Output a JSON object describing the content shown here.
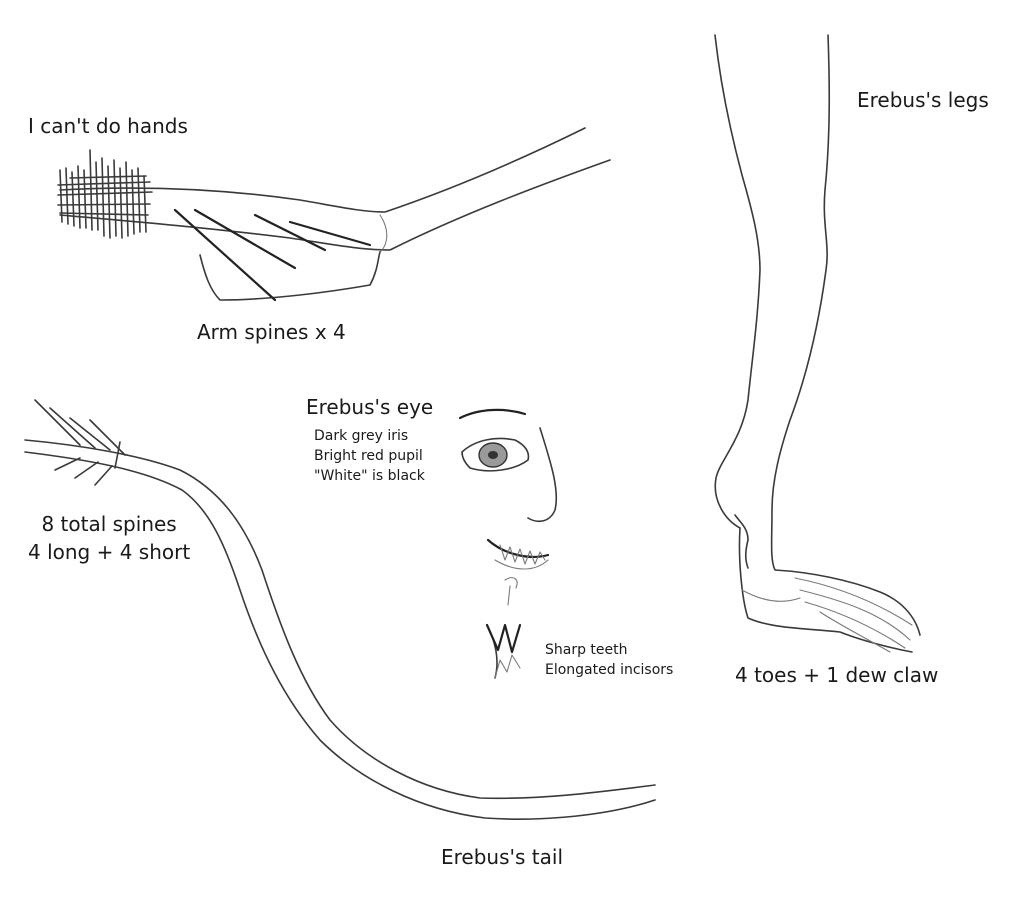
{
  "labels": {
    "hands_note": "I can't do hands",
    "arm_spines": "Arm spines x 4",
    "legs_title": "Erebus's legs",
    "toes_note": "4 toes + 1 dew claw",
    "eye_title": "Erebus's eye",
    "eye_details": [
      "Dark grey iris",
      "Bright red pupil",
      "\"White\" is black"
    ],
    "tail_spines": [
      "8 total spines",
      "4 long + 4 short"
    ],
    "teeth_details": [
      "Sharp teeth",
      "Elongated incisors"
    ],
    "tail_title": "Erebus's tail"
  }
}
